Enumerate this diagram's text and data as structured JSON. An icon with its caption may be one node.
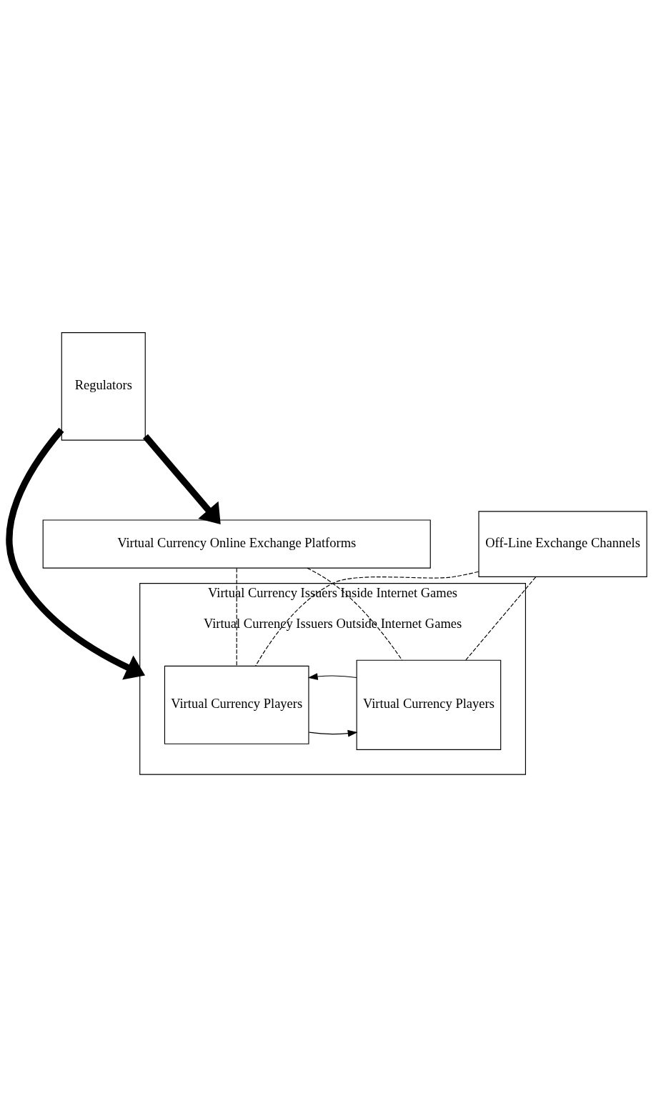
{
  "diagram": {
    "nodes": [
      {
        "text": [
          "Regulators"
        ]
      },
      {
        "text": [
          "Virtual Currency Online Exchange Platforms"
        ]
      },
      {
        "text": [
          "Off-Line Exchange Channels"
        ]
      },
      {
        "text": [
          "Virtual Currency Issuers Inside Internet Games",
          "Virtual Currency Issuers Outside Internet Games"
        ]
      },
      {
        "text": [
          "Virtual Currency Players"
        ],
        "in": 3
      },
      {
        "text": [
          "Virtual Currency Players"
        ],
        "in": 3
      }
    ],
    "edges": [
      {
        "from": 0,
        "to": 1,
        "arrow": "to",
        "style": "thick"
      },
      {
        "from": 0,
        "to": 3,
        "arrow": "to",
        "style": "thick"
      },
      {
        "from": 1,
        "to": 4,
        "arrow": "none",
        "style": "dashed"
      },
      {
        "from": 1,
        "to": 5,
        "arrow": "none",
        "style": "dashed"
      },
      {
        "from": 2,
        "to": 4,
        "arrow": "none",
        "style": "dashed"
      },
      {
        "from": 2,
        "to": 5,
        "arrow": "none",
        "style": "dashed"
      },
      {
        "from": 4,
        "to": 5,
        "arrow": "to"
      },
      {
        "from": 5,
        "to": 4,
        "arrow": "to"
      }
    ]
  }
}
